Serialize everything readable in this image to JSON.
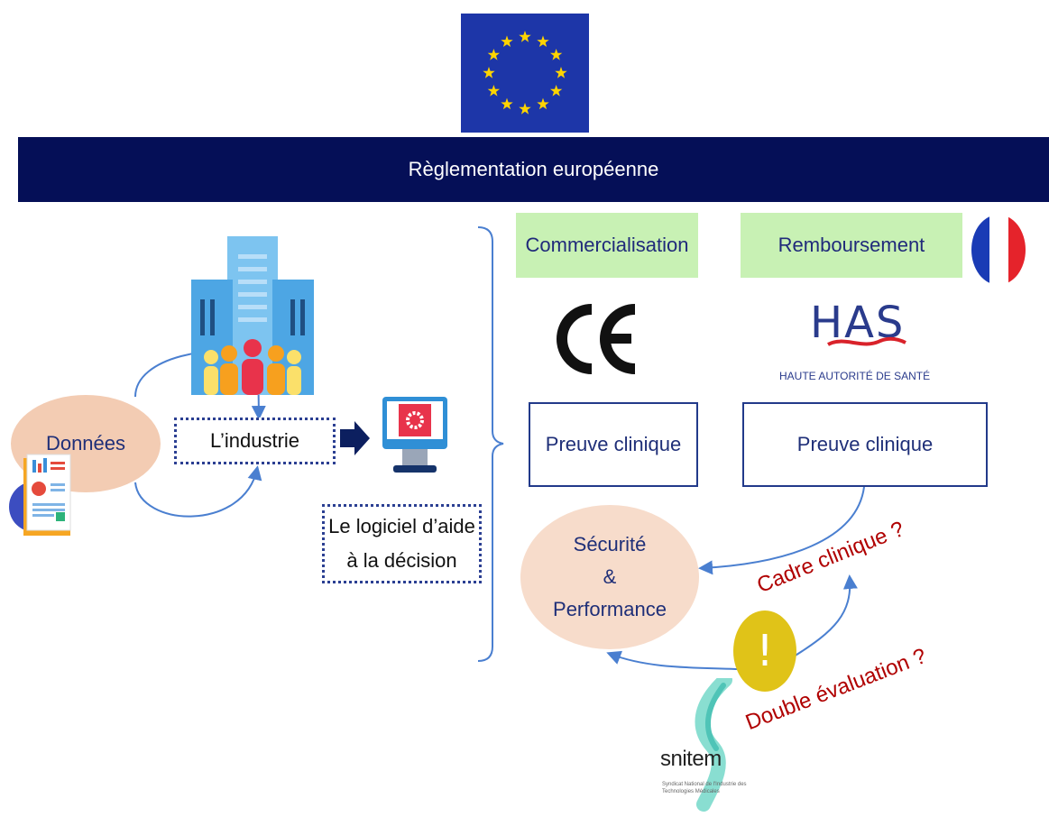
{
  "banner": {
    "title": "Règlementation européenne"
  },
  "left": {
    "donnees_label": "Données",
    "industrie_label": "L’industrie",
    "logiciel_line1": "Le logiciel d’aide",
    "logiciel_line2": "à la décision"
  },
  "commercialisation": {
    "label": "Commercialisation",
    "mark": "CE",
    "preuve": "Preuve clinique"
  },
  "remboursement": {
    "label": "Remboursement",
    "has_logo": "HAS",
    "has_caption": "HAUTE AUTORITÉ DE SANTÉ",
    "preuve": "Preuve clinique"
  },
  "securite": {
    "line1": "Sécurité",
    "line2": "&",
    "line3": "Performance"
  },
  "questions": {
    "cadre": "Cadre clinique  ?",
    "double": "Double évaluation ?"
  },
  "warning": {
    "symbol": "!"
  },
  "snitem": {
    "logo": "snitem",
    "tagline": "Syndicat National de l'Industrie des Technologies Médicales"
  },
  "colors": {
    "banner": "#050f57",
    "eu_blue": "#1d36a8",
    "eu_star": "#ffd400",
    "green_label": "#c8f1b4",
    "peach": "#f7dccb",
    "warning": "#e0c318",
    "question_red": "#b00000",
    "arrow_blue": "#4a7fd0"
  },
  "icons": [
    "eu-flag-icon",
    "french-flag-icon",
    "building-icon",
    "people-icon",
    "report-icon",
    "computer-gear-icon",
    "right-arrow-icon",
    "ce-mark-icon",
    "has-logo-icon",
    "snitem-logo-icon"
  ]
}
